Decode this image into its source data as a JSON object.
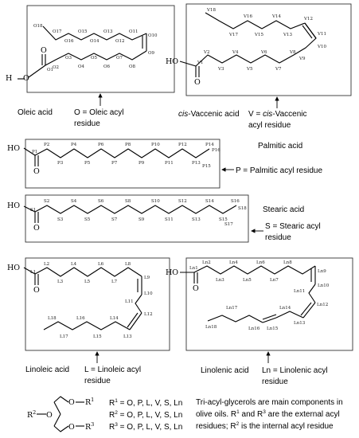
{
  "oleic": {
    "name": "Oleic acid",
    "legend_line1": "O = Oleic acyl",
    "legend_line2": "residue",
    "ho": "H",
    "atoms": [
      "O1",
      "O2",
      "O3",
      "O4",
      "O5",
      "O6",
      "O7",
      "O8",
      "O9",
      "O10",
      "O11",
      "O12",
      "O13",
      "O14",
      "O15",
      "O16",
      "O17",
      "O18"
    ]
  },
  "vaccenic": {
    "name_prefix": "cis",
    "name_rest": "-Vaccenic acid",
    "legend_line1_prefix": "V = ",
    "legend_line1_italic": "cis",
    "legend_line1_rest": "-Vaccenic",
    "legend_line2": "acyl residue",
    "ho": "HO",
    "atoms": [
      "V1",
      "V2",
      "V3",
      "V4",
      "V5",
      "V6",
      "V7",
      "V8",
      "V9",
      "V10",
      "V11",
      "V12",
      "V13",
      "V14",
      "V15",
      "V16",
      "V17",
      "V18"
    ]
  },
  "palmitic": {
    "name": "Palmitic acid",
    "legend": "P = Palmitic acyl residue",
    "ho": "HO",
    "atoms": [
      "P1",
      "P2",
      "P3",
      "P4",
      "P5",
      "P6",
      "P7",
      "P8",
      "P9",
      "P10",
      "P11",
      "P12",
      "P13",
      "P14",
      "P15",
      "P16"
    ]
  },
  "stearic": {
    "name": "Stearic acid",
    "legend_line1": "S = Stearic acyl",
    "legend_line2": "residue",
    "ho": "HO",
    "atoms": [
      "S1",
      "S2",
      "S3",
      "S4",
      "S5",
      "S6",
      "S7",
      "S8",
      "S9",
      "S10",
      "S11",
      "S12",
      "S13",
      "S14",
      "S15",
      "S16",
      "S17",
      "S18"
    ]
  },
  "linoleic": {
    "name": "Linoleic acid",
    "legend_line1": "L = Linoleic acyl",
    "legend_line2": "residue",
    "ho": "HO",
    "atoms": [
      "L1",
      "L2",
      "L3",
      "L4",
      "L5",
      "L6",
      "L7",
      "L8",
      "L9",
      "L10",
      "L11",
      "L12",
      "L13",
      "L14",
      "L15",
      "L16",
      "L17",
      "L18"
    ]
  },
  "linolenic": {
    "name": "Linolenic acid",
    "legend_line1": "Ln = Linolenic acyl",
    "legend_line2": "residue",
    "ho": "HO",
    "atoms": [
      "Ln1",
      "Ln2",
      "Ln3",
      "Ln4",
      "Ln5",
      "Ln6",
      "Ln7",
      "Ln8",
      "Ln9",
      "Ln10",
      "Ln11",
      "Ln12",
      "Ln13",
      "Ln14",
      "Ln15",
      "Ln16",
      "Ln17",
      "Ln18"
    ]
  },
  "glycerol": {
    "r1": "R",
    "r1_sup": "1",
    "r1_values": " = O, P, L, V, S, Ln",
    "r2": "R",
    "r2_sup": "2",
    "r2_values": " = O, P, L, V, S, Ln",
    "r3": "R",
    "r3_sup": "3",
    "r3_values": " = O, P, L, V, S, Ln",
    "o": "O",
    "description_line1": "Tri-acyl-glycerols are main components in",
    "description_line2_pre": "olive oils. R",
    "description_line2_sup1": "1",
    "description_line2_mid": " and R",
    "description_line2_sup2": "3",
    "description_line2_post": " are the external acyl",
    "description_line3_pre": "residues; R",
    "description_line3_sup": "2",
    "description_line3_post": " is the internal acyl residue"
  },
  "oxygen": "O"
}
